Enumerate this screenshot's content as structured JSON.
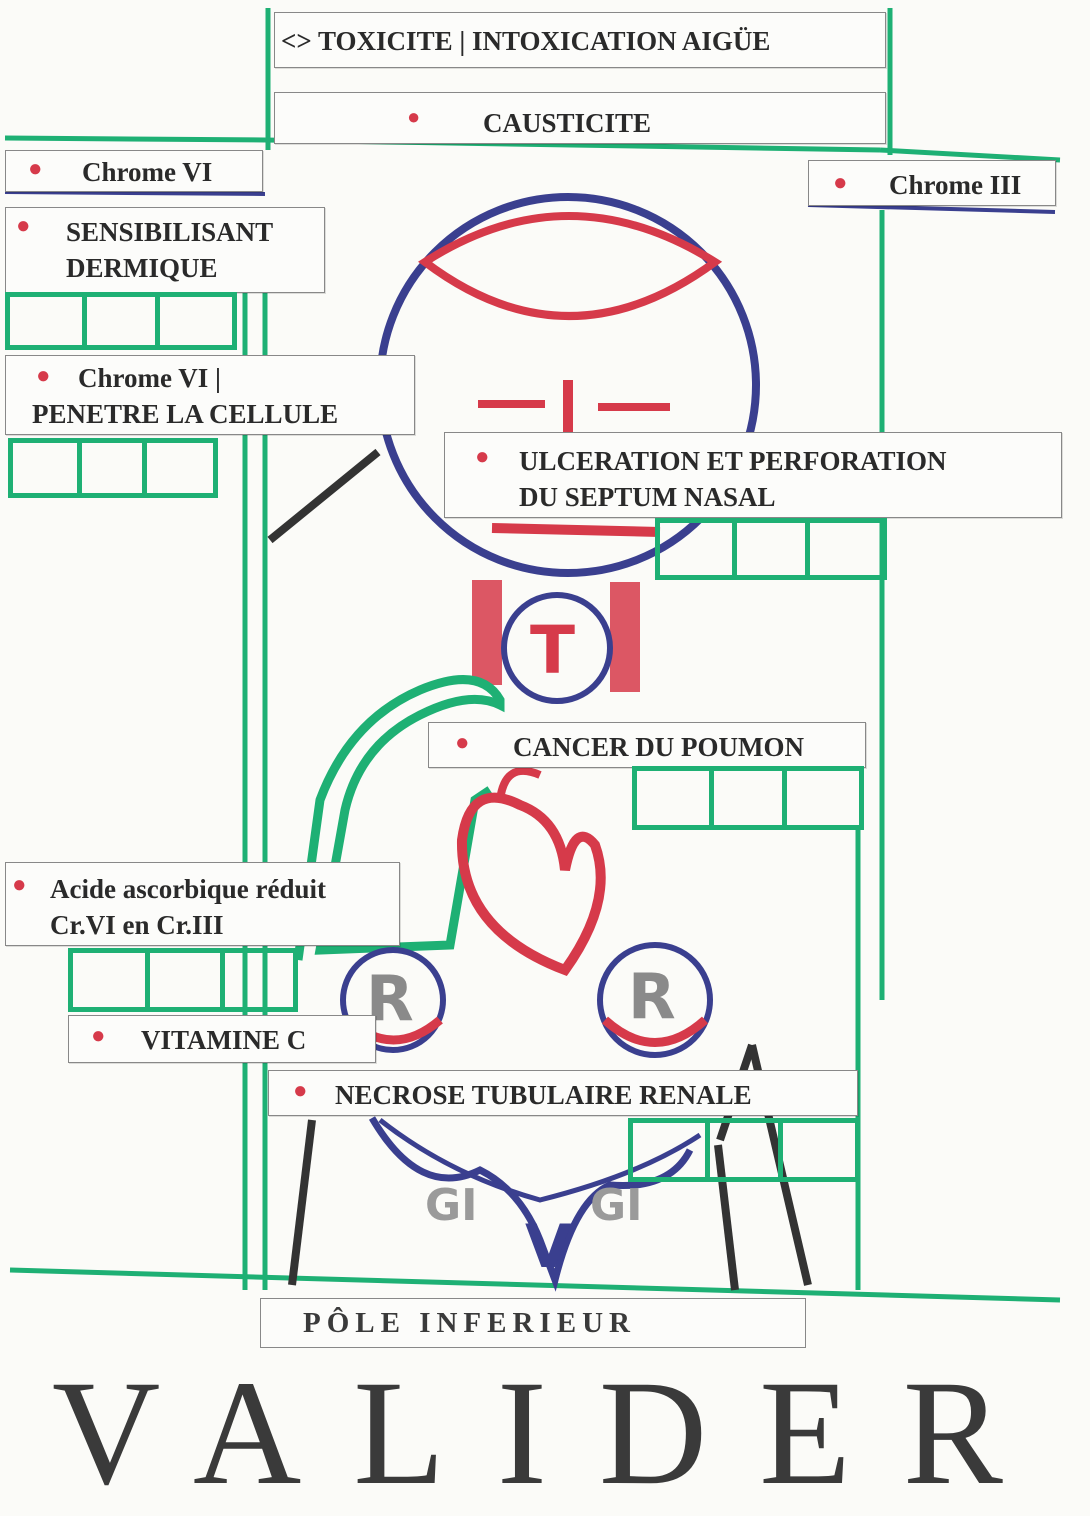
{
  "header": {
    "toxicity_label": "<> TOXICITE  | INTOXICATION AIGÜE",
    "causticity_label": "CAUSTICITE"
  },
  "labels": {
    "chrome_vi_top": "Chrome  VI",
    "chrome_iii": "Chrome  III",
    "sensitizer_line1": "SENSIBILISANT",
    "sensitizer_line2": "DERMIQUE",
    "cell_line1": "Chrome  VI  |",
    "cell_line2": "PENETRE LA CELLULE",
    "ulceration_line1": "ULCERATION  ET  PERFORATION",
    "ulceration_line2": "DU SEPTUM NASAL",
    "lung_cancer": "CANCER DU POUMON",
    "ascorbic_line1": "Acide ascorbique réduit",
    "ascorbic_line2": "Cr.VI    en    Cr.III",
    "vitamin_c": "VITAMINE  C",
    "renal_necrosis": "NECROSE TUBULAIRE RENALE"
  },
  "organs": {
    "thyroid": "T",
    "kidney_left": "R",
    "kidney_right": "R",
    "gi_left": "GI",
    "gi_center": "V",
    "gi_right": "GI"
  },
  "footer": {
    "lower_pole": "PÔLE  INFERIEUR",
    "validate_label": "VALIDER"
  },
  "colors": {
    "green": "#1eb074",
    "red": "#d63a4a",
    "blue": "#3a3f8f",
    "black": "#333333"
  },
  "icons": [
    "lips-icon"
  ]
}
